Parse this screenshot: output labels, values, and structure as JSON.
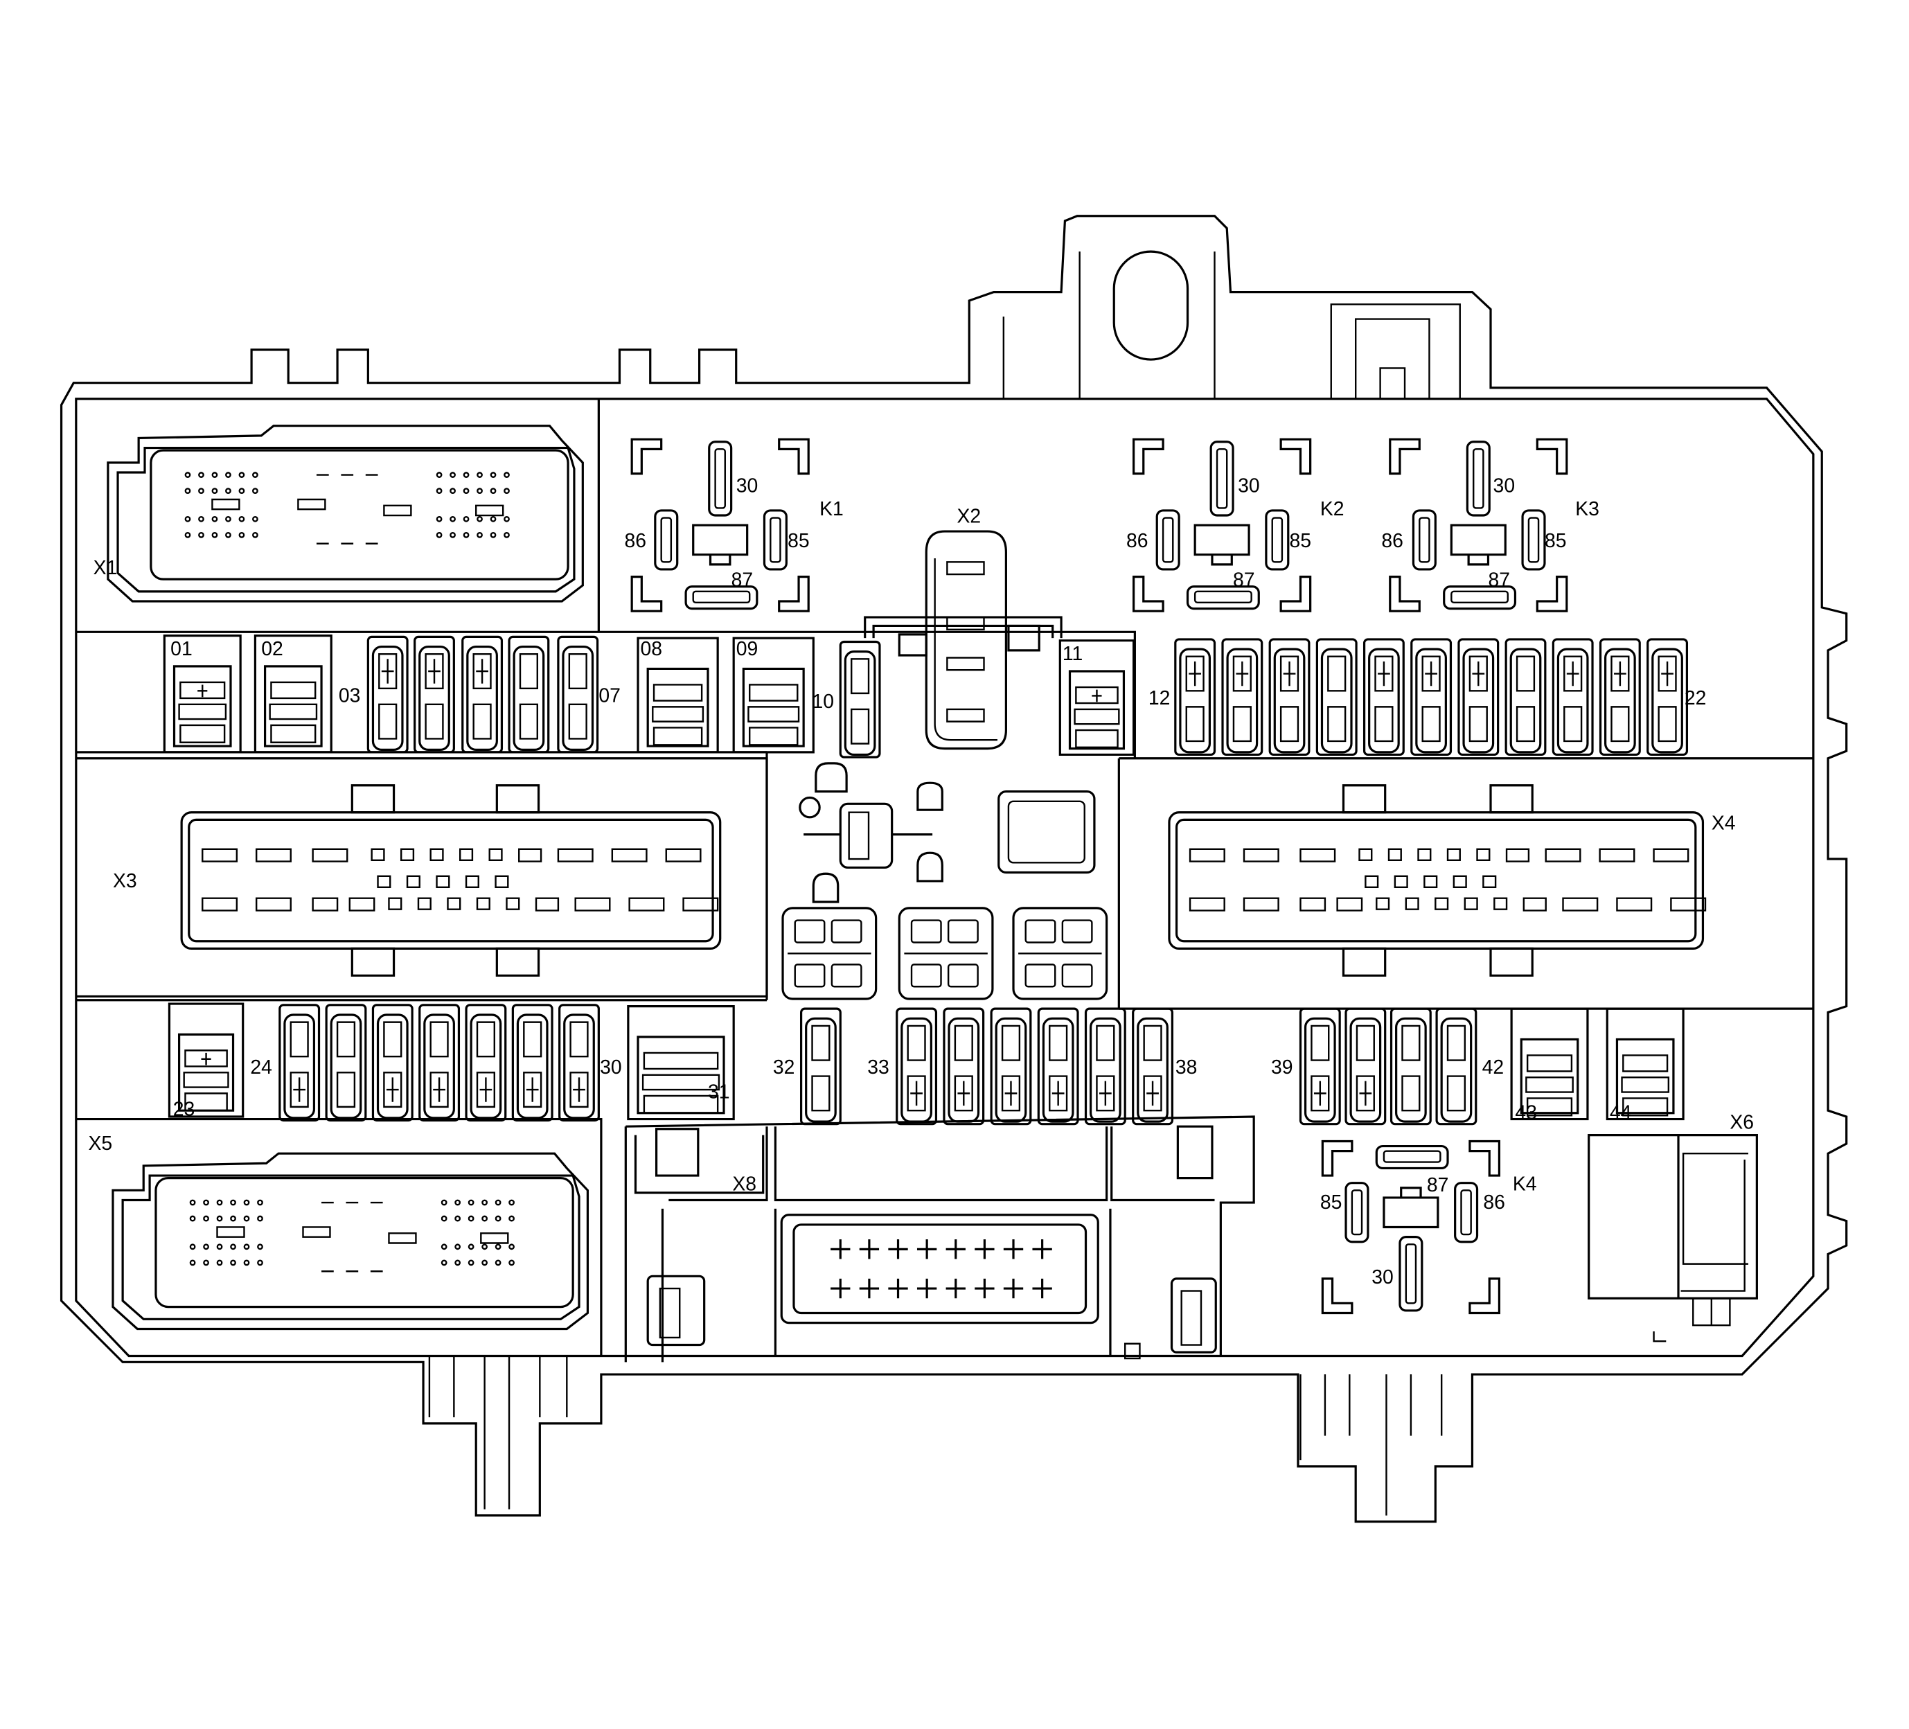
{
  "connectors": {
    "x1": "X1",
    "x2": "X2",
    "x3": "X3",
    "x4": "X4",
    "x5": "X5",
    "x6": "X6",
    "x8": "X8"
  },
  "relays": {
    "k1": {
      "label": "K1",
      "pin30": "30",
      "pin85": "85",
      "pin86": "86",
      "pin87": "87"
    },
    "k2": {
      "label": "K2",
      "pin30": "30",
      "pin85": "85",
      "pin86": "86",
      "pin87": "87"
    },
    "k3": {
      "label": "K3",
      "pin30": "30",
      "pin85": "85",
      "pin86": "86",
      "pin87": "87"
    },
    "k4": {
      "label": "K4",
      "pin30": "30",
      "pin85": "85",
      "pin86": "86",
      "pin87": "87"
    }
  },
  "fuses": {
    "f01": "01",
    "f02": "02",
    "f03": "03",
    "f07": "07",
    "f08": "08",
    "f09": "09",
    "f10": "10",
    "f11": "11",
    "f12": "12",
    "f22": "22",
    "f23": "23",
    "f24": "24",
    "f30": "30",
    "f31": "31",
    "f32": "32",
    "f33": "33",
    "f38": "38",
    "f39": "39",
    "f42": "42",
    "f43": "43",
    "f44": "44"
  },
  "colors": {
    "line": "#000000",
    "background": "#ffffff"
  }
}
